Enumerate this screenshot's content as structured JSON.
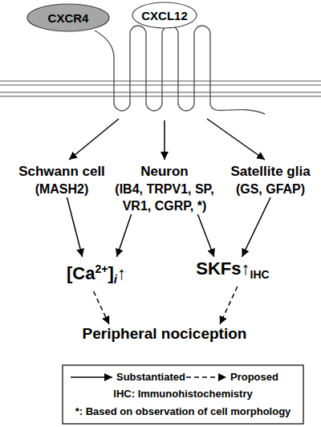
{
  "diagram": {
    "nodes": [
      {
        "text": [
          "CXCR4"
        ]
      },
      {
        "text": [
          "CXCL12"
        ]
      },
      {
        "text": [
          "Schwann cell",
          "(MASH2)"
        ]
      },
      {
        "text": [
          "Neuron",
          "(IB4, TRPV1, SP, VR1, CGRP, *)"
        ]
      },
      {
        "text": [
          "Satellite glia",
          "(GS, GFAP)"
        ]
      },
      {
        "text": [
          "[Ca",
          "2+",
          "]",
          "i",
          "↑"
        ]
      },
      {
        "text": [
          "SKFs",
          "↑",
          "IHC"
        ]
      },
      {
        "text": [
          "Peripheral nociception"
        ]
      }
    ],
    "edges": [
      {
        "from": 2,
        "to": 5,
        "arrow": "to"
      },
      {
        "from": 3,
        "to": 5,
        "arrow": "to"
      },
      {
        "from": 3,
        "to": 6,
        "arrow": "to"
      },
      {
        "from": 4,
        "to": 6,
        "arrow": "to"
      },
      {
        "from": 5,
        "to": 7,
        "arrow": "to"
      },
      {
        "from": 6,
        "to": 7,
        "arrow": "to"
      }
    ],
    "labels": [
      "IHC: Immunohistochemistry",
      "*: Based on observation of cell morphology"
    ],
    "legend": [
      {
        "text": "Substantiated"
      },
      {
        "text": "Proposed"
      }
    ]
  }
}
